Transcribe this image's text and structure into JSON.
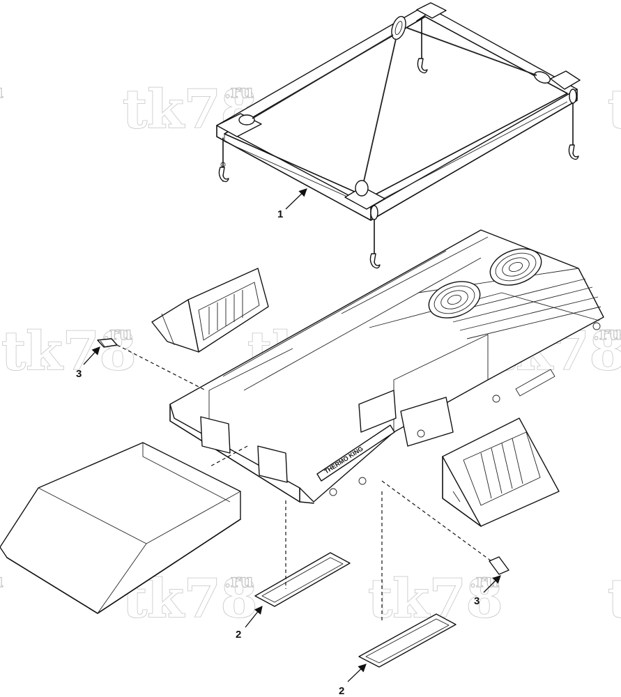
{
  "watermark": {
    "main": "tk78",
    "suffix": ".ru",
    "color": "#c4c4c4"
  },
  "callouts": {
    "frame": "1",
    "gasket_left": "2",
    "gasket_right": "2",
    "clip_left": "3",
    "clip_right": "3"
  },
  "unit_label": "THERMO KING"
}
